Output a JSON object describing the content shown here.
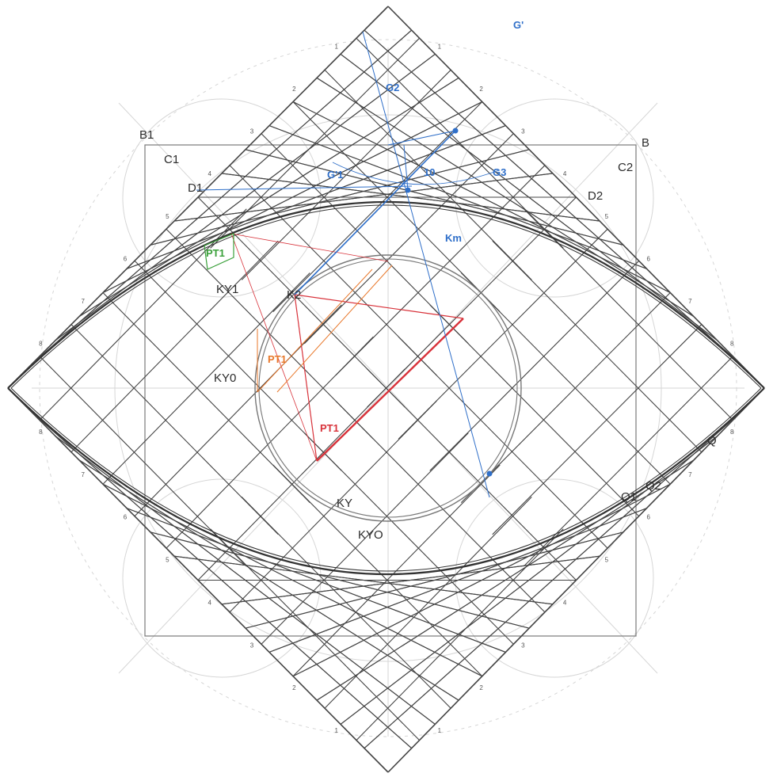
{
  "colors": {
    "ink": "#2b2b2b",
    "faint": "#c8c8c8",
    "blue": "#2f6fc9",
    "red": "#d8323a",
    "orange": "#e8772a",
    "green": "#3aa03a"
  },
  "labels": {
    "g_top": "G'",
    "g2": "G2",
    "g1": "G'1",
    "g3": "G3",
    "g10": "10",
    "b1": "B1",
    "c1": "C1",
    "d1": "D1",
    "b": "B",
    "c2": "C2",
    "d2": "D2",
    "pt1": "PT1",
    "pt1_orange": "PT1",
    "pt1_red": "PT1",
    "ky1": "KY1",
    "ky0": "KY0",
    "ky": "KY",
    "kyo": "KYO",
    "k2": "K2",
    "km": "Km",
    "q1": "Q1",
    "q2": "Q2",
    "q3": "Q"
  },
  "tick_numbers": [
    "1",
    "2",
    "3",
    "4",
    "5",
    "6",
    "7",
    "8"
  ]
}
